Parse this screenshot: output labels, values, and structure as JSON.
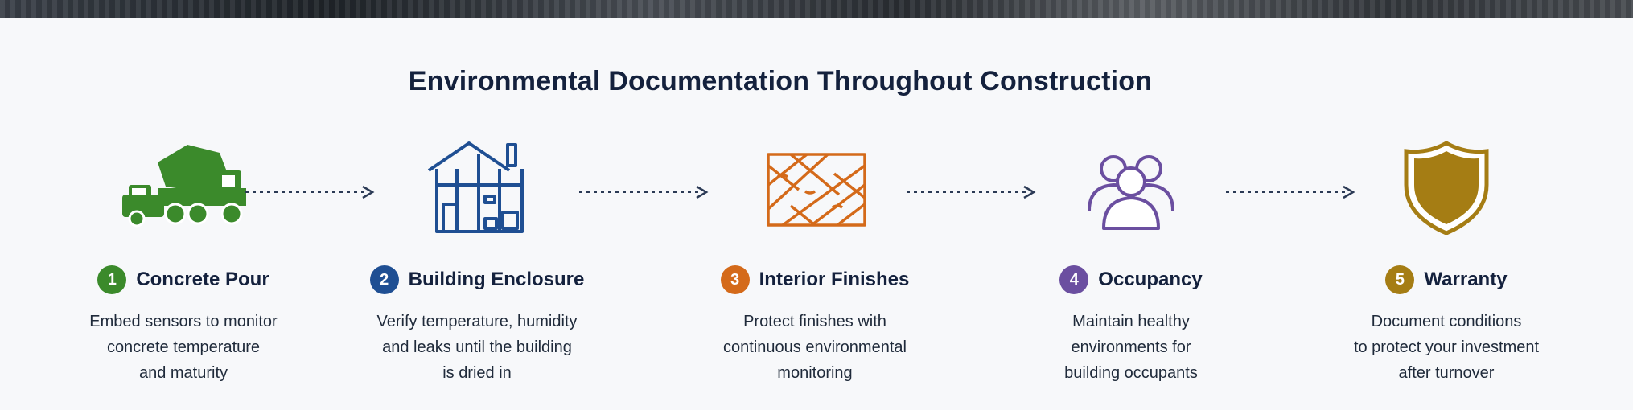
{
  "title": "Environmental Documentation Throughout Construction",
  "colors": {
    "navy": "#14213d",
    "green": "#3b8a2b",
    "blue": "#1f4f93",
    "orange": "#d46a1a",
    "purple": "#6b4fa0",
    "gold": "#a57d14"
  },
  "steps": [
    {
      "number": "1",
      "label": "Concrete Pour",
      "icon": "concrete-mixer-truck-icon",
      "desc": [
        "Embed sensors to monitor",
        "concrete temperature",
        "and maturity"
      ]
    },
    {
      "number": "2",
      "label": "Building Enclosure",
      "icon": "building-frame-icon",
      "desc": [
        "Verify temperature, humidity",
        "and leaks until the building",
        "is dried in"
      ]
    },
    {
      "number": "3",
      "label": "Interior Finishes",
      "icon": "wood-flooring-icon",
      "desc": [
        "Protect finishes with",
        "continuous environmental",
        "monitoring"
      ]
    },
    {
      "number": "4",
      "label": "Occupancy",
      "icon": "people-group-icon",
      "desc": [
        "Maintain healthy",
        "environments for",
        "building occupants"
      ]
    },
    {
      "number": "5",
      "label": "Warranty",
      "icon": "shield-icon",
      "desc": [
        "Document conditions",
        "to protect your investment",
        "after turnover"
      ]
    }
  ]
}
